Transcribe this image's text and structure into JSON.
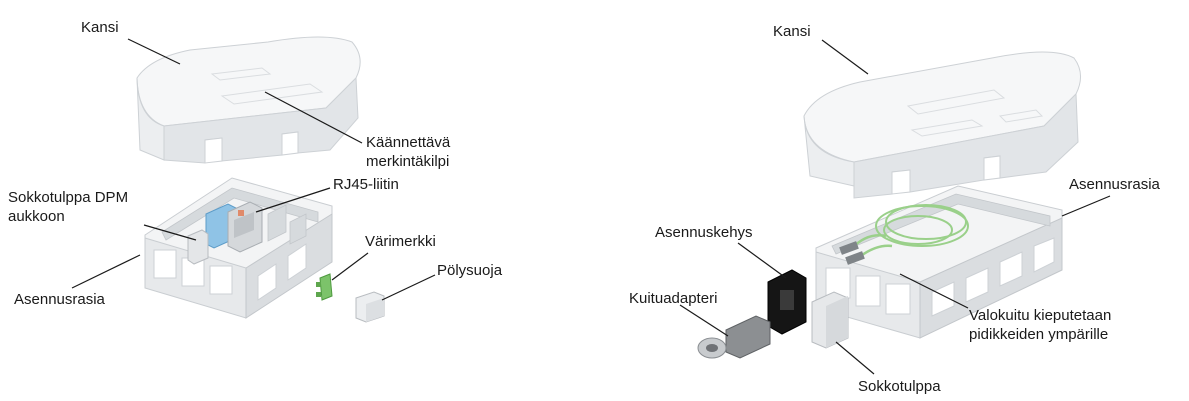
{
  "left_diagram": {
    "lid": "Kansi",
    "label_plate": "Käännettävä merkintäkilpi",
    "rj45": "RJ45-liitin",
    "dummy_plug": "Sokkotulppa DPM aukkoon",
    "color_marker": "Värimerkki",
    "dust_cover": "Pölysuoja",
    "mounting_box": "Asennusrasia"
  },
  "right_diagram": {
    "lid": "Kansi",
    "mounting_box": "Asennusrasia",
    "mounting_frame": "Asennuskehys",
    "fiber_adapter": "Kuituadapteri",
    "fiber_routing": "Valokuitu kieputetaan pidikkeiden ympärille",
    "dummy_plug": "Sokkotulppa"
  },
  "colors": {
    "rj45_blue": "#8fc3e6",
    "marker_green": "#7cc36a",
    "fiber_green": "#9ad08a",
    "frame_black": "#151515",
    "adapter_gray": "#8c8f92"
  }
}
